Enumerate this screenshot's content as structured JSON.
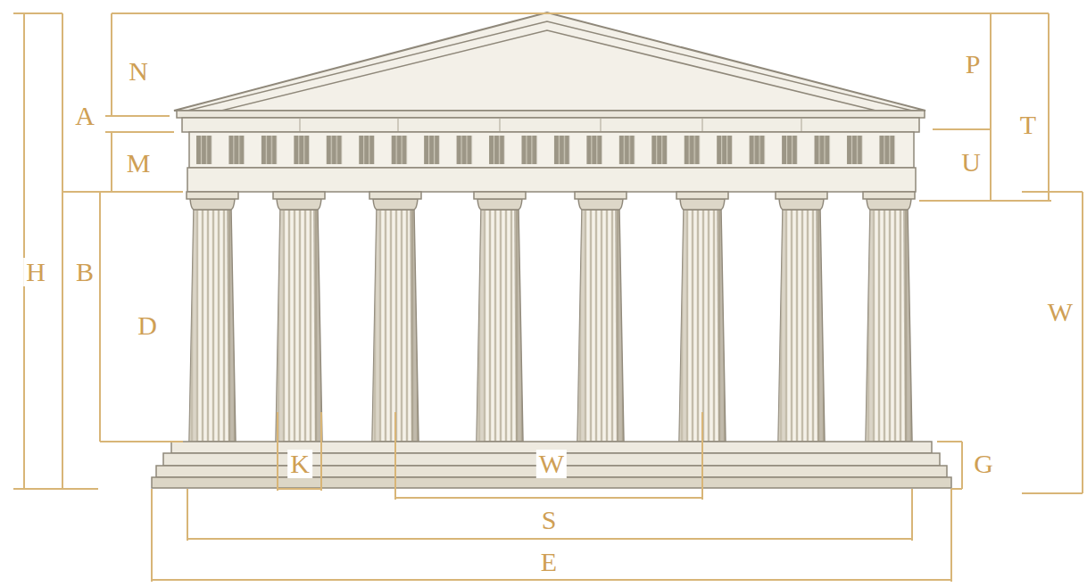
{
  "diagram": {
    "labels": [
      "N",
      "P",
      "A",
      "T",
      "M",
      "U",
      "H",
      "B",
      "W",
      "D",
      "K",
      "W",
      "G",
      "S",
      "E"
    ]
  }
}
